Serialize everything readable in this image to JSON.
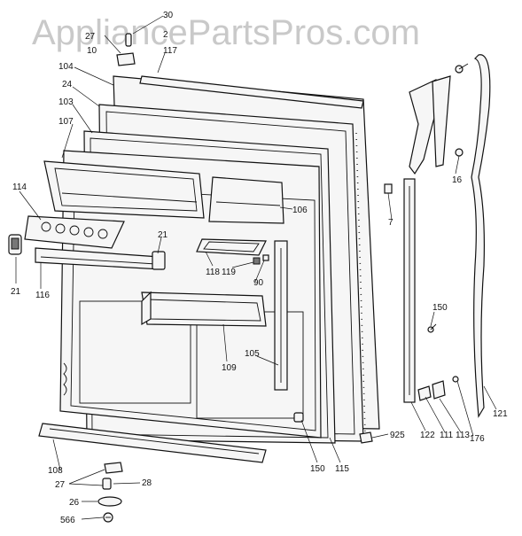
{
  "watermark": "AppliancePartsPros.com",
  "callouts": [
    "30",
    "27",
    "10",
    "2",
    "117",
    "104",
    "24",
    "103",
    "107",
    "114",
    "21",
    "116",
    "21",
    "118",
    "119",
    "90",
    "106",
    "109",
    "105",
    "7",
    "16",
    "150",
    "122",
    "111",
    "113",
    "176",
    "121",
    "925",
    "150",
    "115",
    "108",
    "27",
    "28",
    "26",
    "566"
  ]
}
